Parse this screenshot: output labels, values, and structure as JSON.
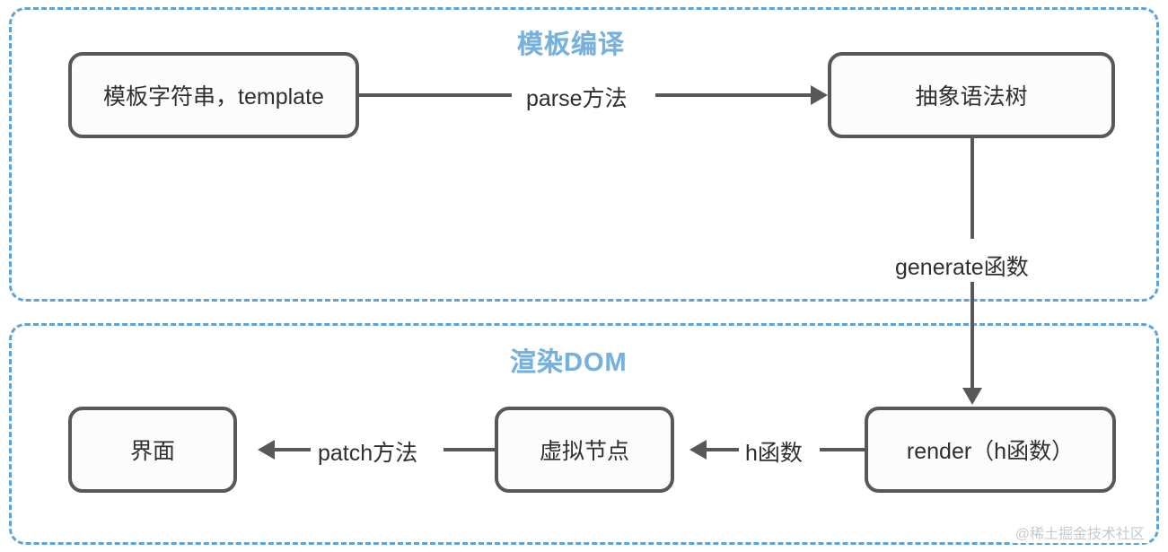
{
  "diagram": {
    "title_compile": "模板编译",
    "title_render": "渲染DOM",
    "accent_color": "#76b1dd",
    "node_border_color": "#58585a",
    "text_color": "#2f2f2f"
  },
  "nodes": {
    "template": "模板字符串，template",
    "ast": "抽象语法树",
    "ui": "界面",
    "vnode": "虚拟节点",
    "render": "render（h函数）"
  },
  "edges": {
    "parse": "parse方法",
    "generate": "generate函数",
    "patch": "patch方法",
    "h": "h函数"
  },
  "watermark": "@稀土掘金技术社区"
}
